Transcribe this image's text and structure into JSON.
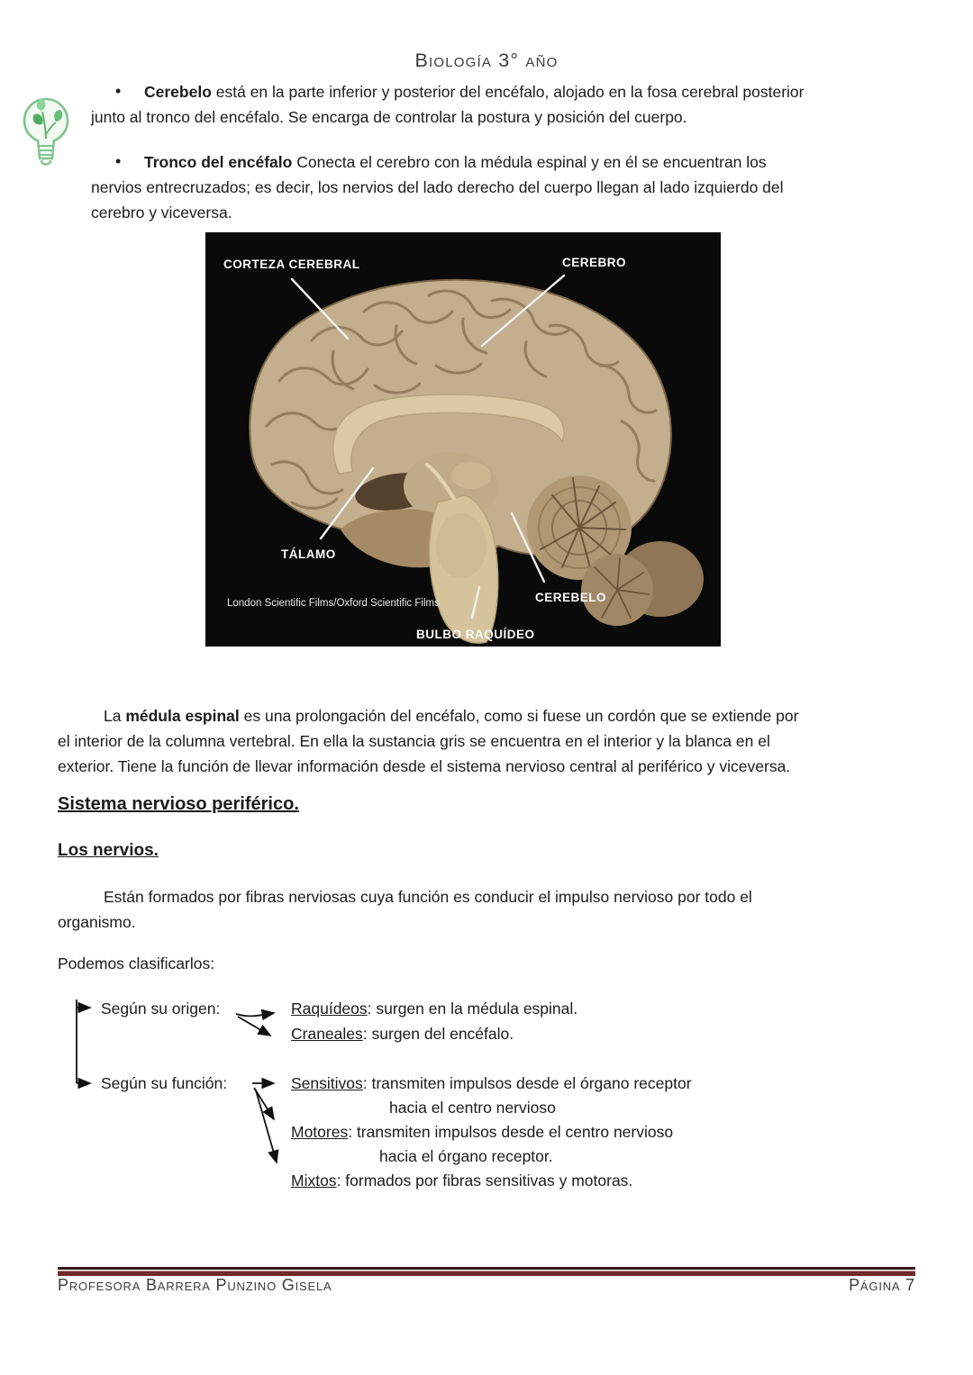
{
  "header": {
    "title": "Biología 3° año"
  },
  "hint_icon": "lightbulb-plant-icon",
  "bullets": [
    {
      "bold": "Cerebelo",
      "line1_rest": " está en la parte inferior y posterior del encéfalo, alojado en la fosa cerebral posterior",
      "line2": "junto al tronco del encéfalo. Se encarga de controlar la postura y posición del cuerpo."
    },
    {
      "bold": "Tronco del encéfalo",
      "line1_rest": " Conecta el cerebro con la médula espinal y en él se encuentran los",
      "line2": "nervios entrecruzados; es decir, los nervios del lado derecho del cuerpo llegan al lado izquierdo del",
      "line3": "cerebro y viceversa."
    }
  ],
  "figure": {
    "labels": {
      "corteza": "CORTEZA CEREBRAL",
      "cerebro": "CEREBRO",
      "talamo": "TÁLAMO",
      "cerebelo": "CEREBELO",
      "bulbo": "BULBO RAQUÍDEO"
    },
    "credit": "London Scientific Films/Oxford Scientific Films"
  },
  "medula": {
    "lead": "La ",
    "bold": "médula espinal",
    "line1_rest": " es una prolongación del encéfalo, como si fuese un cordón que se extiende por",
    "line2": "el interior de la columna vertebral. En ella la sustancia gris se encuentra en el interior y la blanca en el",
    "line3": "exterior. Tiene la función de llevar información desde el sistema nervioso central al periférico y viceversa."
  },
  "headings": {
    "sistema": "Sistema nervioso periférico.",
    "nervios": "Los nervios."
  },
  "nervios_paragraph": {
    "line1": "Están formados por fibras nerviosas cuya función es conducir el impulso nervioso por todo el",
    "line2": "organismo."
  },
  "clasificar_intro": "Podemos clasificarlos:",
  "classification": {
    "origin": {
      "label": "Según su origen:",
      "items": [
        {
          "term": "Raquídeos",
          "desc": ": surgen en la médula espinal."
        },
        {
          "term": "Craneales",
          "desc": ": surgen del encéfalo."
        }
      ]
    },
    "function": {
      "label": "Según su función:",
      "items": [
        {
          "term": "Sensitivos",
          "desc": ": transmiten impulsos desde el órgano receptor",
          "cont": "hacia el centro nervioso"
        },
        {
          "term": "Motores",
          "desc": ": transmiten impulsos desde el centro nervioso",
          "cont": "hacia el órgano receptor."
        },
        {
          "term": "Mixtos",
          "desc": ": formados por fibras sensitivas y motoras."
        }
      ]
    }
  },
  "footer": {
    "left": "Profesora Barrera Punzino Gisela",
    "right": "Página 7"
  },
  "colors": {
    "footer_bar_maroon": "#6e2b28",
    "footer_bar_dark": "#35191a",
    "icon_green": "#7cc48c",
    "figure_background": "#0a0a0a"
  }
}
